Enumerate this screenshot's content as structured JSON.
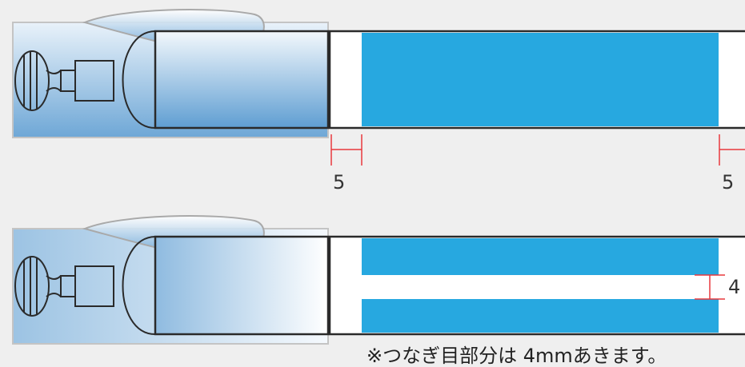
{
  "colors": {
    "background": "#efefef",
    "band_blue": "#27a8e0",
    "outline": "#2a2a2a",
    "dimension_red": "#e8383d",
    "handle_light": "#e6f1fa",
    "handle_dark": "#5b9bd0",
    "box_frame": "#bfbfbf"
  },
  "top_panel": {
    "dim_left": "5",
    "dim_right": "5"
  },
  "bottom_panel": {
    "dim_gap": "4"
  },
  "note": "※つなぎ目部分は 4mmあきます。"
}
